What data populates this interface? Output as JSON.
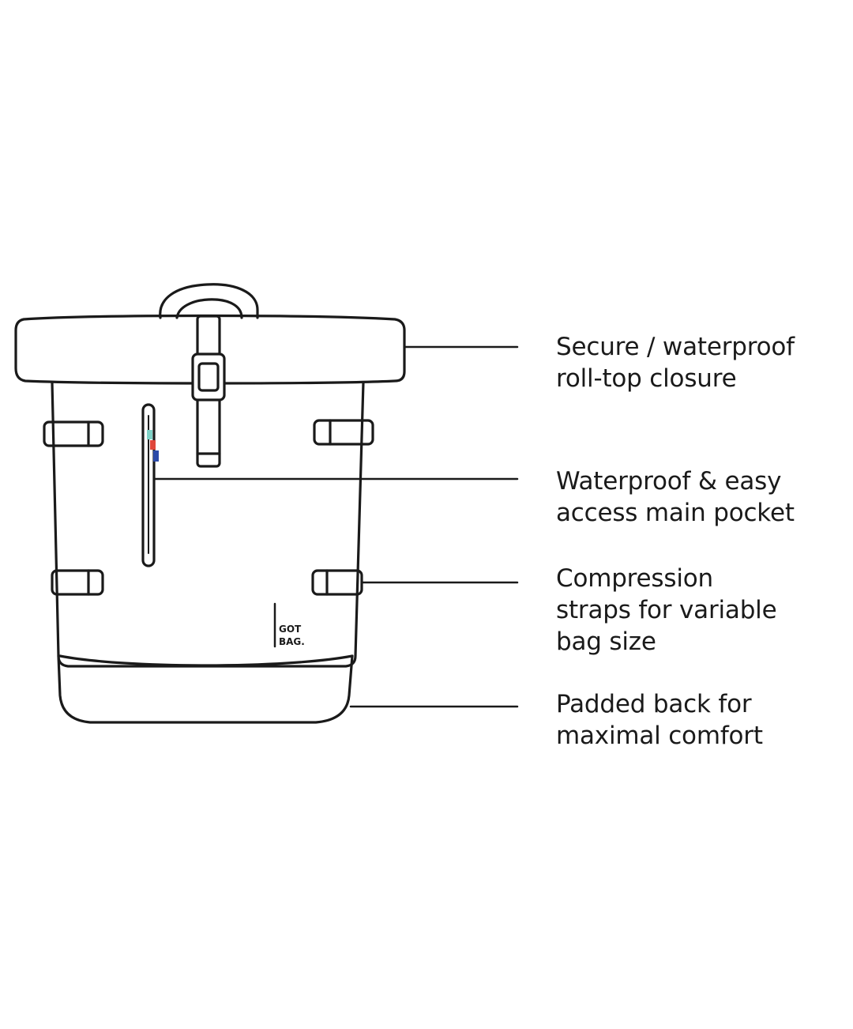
{
  "brand": {
    "logo_line1": "GOT",
    "logo_line2": "BAG."
  },
  "colors": {
    "stroke": "#1a1a1a",
    "text": "#1a1a1a",
    "zipper_teal": "#7fd3c8",
    "zipper_red": "#e0463a",
    "zipper_blue": "#2b4aa8"
  },
  "callouts": [
    {
      "lines": [
        "Secure / waterproof",
        "roll-top closure"
      ]
    },
    {
      "lines": [
        "Waterproof & easy",
        "access main pocket"
      ]
    },
    {
      "lines": [
        "Compression",
        "straps for variable",
        "bag size"
      ]
    },
    {
      "lines": [
        "Padded back for",
        "maximal comfort"
      ]
    }
  ]
}
